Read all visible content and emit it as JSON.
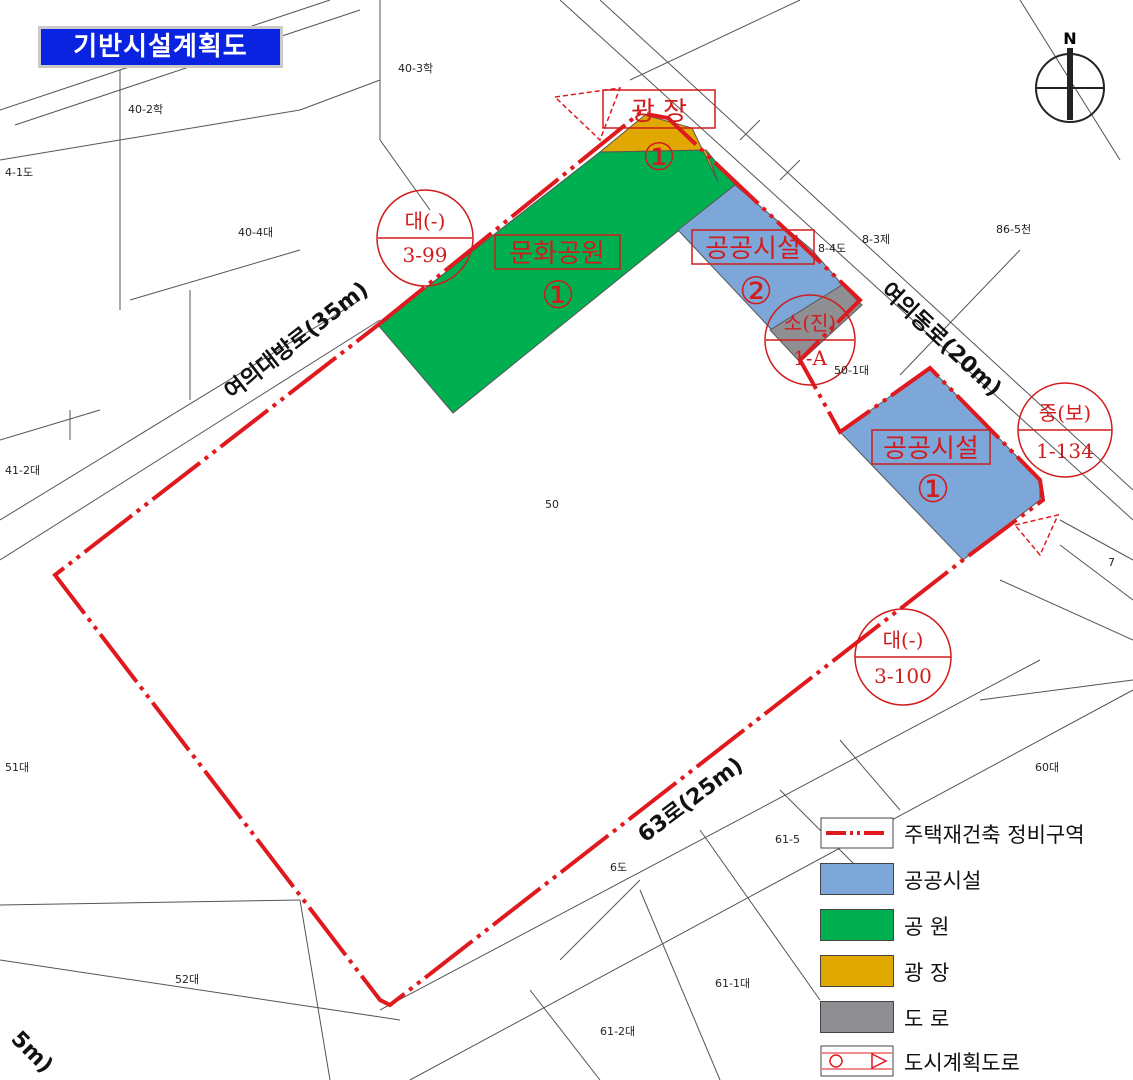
{
  "title": "기반시설계획도",
  "north_label": "N",
  "roads": {
    "yeouidaebang": "여의대방로(35m)",
    "yeouidong": "여의동로(20m)",
    "road63": "63로(25m)",
    "corner": "5m)"
  },
  "facility_labels": {
    "plaza": "광   장",
    "plaza_num": "①",
    "park": "문화공원",
    "park_num": "①",
    "public2": "공공시설",
    "public2_num": "②",
    "public1": "공공시설",
    "public1_num": "①"
  },
  "road_circles": {
    "c1_top": "대(-)",
    "c1_bottom": "3-99",
    "c2_top": "소(진)",
    "c2_bottom": "1-A",
    "c3_top": "중(보)",
    "c3_bottom": "1-134",
    "c4_top": "대(-)",
    "c4_bottom": "3-100"
  },
  "lots": {
    "l40_3": "40-3학",
    "l40_2": "40-2학",
    "l4_1": "4-1도",
    "l40_4": "40-4대",
    "l8_4": "8-4도",
    "l8_3": "8-3제",
    "l86_5": "86-5천",
    "l50_1": "50-1대",
    "l41_2": "41-2대",
    "l50": "50",
    "l7": "7",
    "l51": "51대",
    "l60": "60대",
    "l61_5": "61-5",
    "l6": "6도",
    "l52": "52대",
    "l61_1": "61-1대",
    "l61_2": "61-2대"
  },
  "legend": [
    {
      "label": "주택재건축 정비구역",
      "swatch": "boundary"
    },
    {
      "label": "공공시설",
      "swatch": "#7da7d9"
    },
    {
      "label": "공  원",
      "swatch": "#00b050"
    },
    {
      "label": "광  장",
      "swatch": "#e0a800"
    },
    {
      "label": "도  로",
      "swatch": "#8e8e93"
    },
    {
      "label": "도시계획도로",
      "swatch": "planned-road"
    }
  ],
  "colors": {
    "public": "#7da7d9",
    "park": "#00b050",
    "plaza": "#e0a800",
    "road": "#8e8e93",
    "boundary": "#e0191e",
    "title_bg": "#0a23e0"
  }
}
